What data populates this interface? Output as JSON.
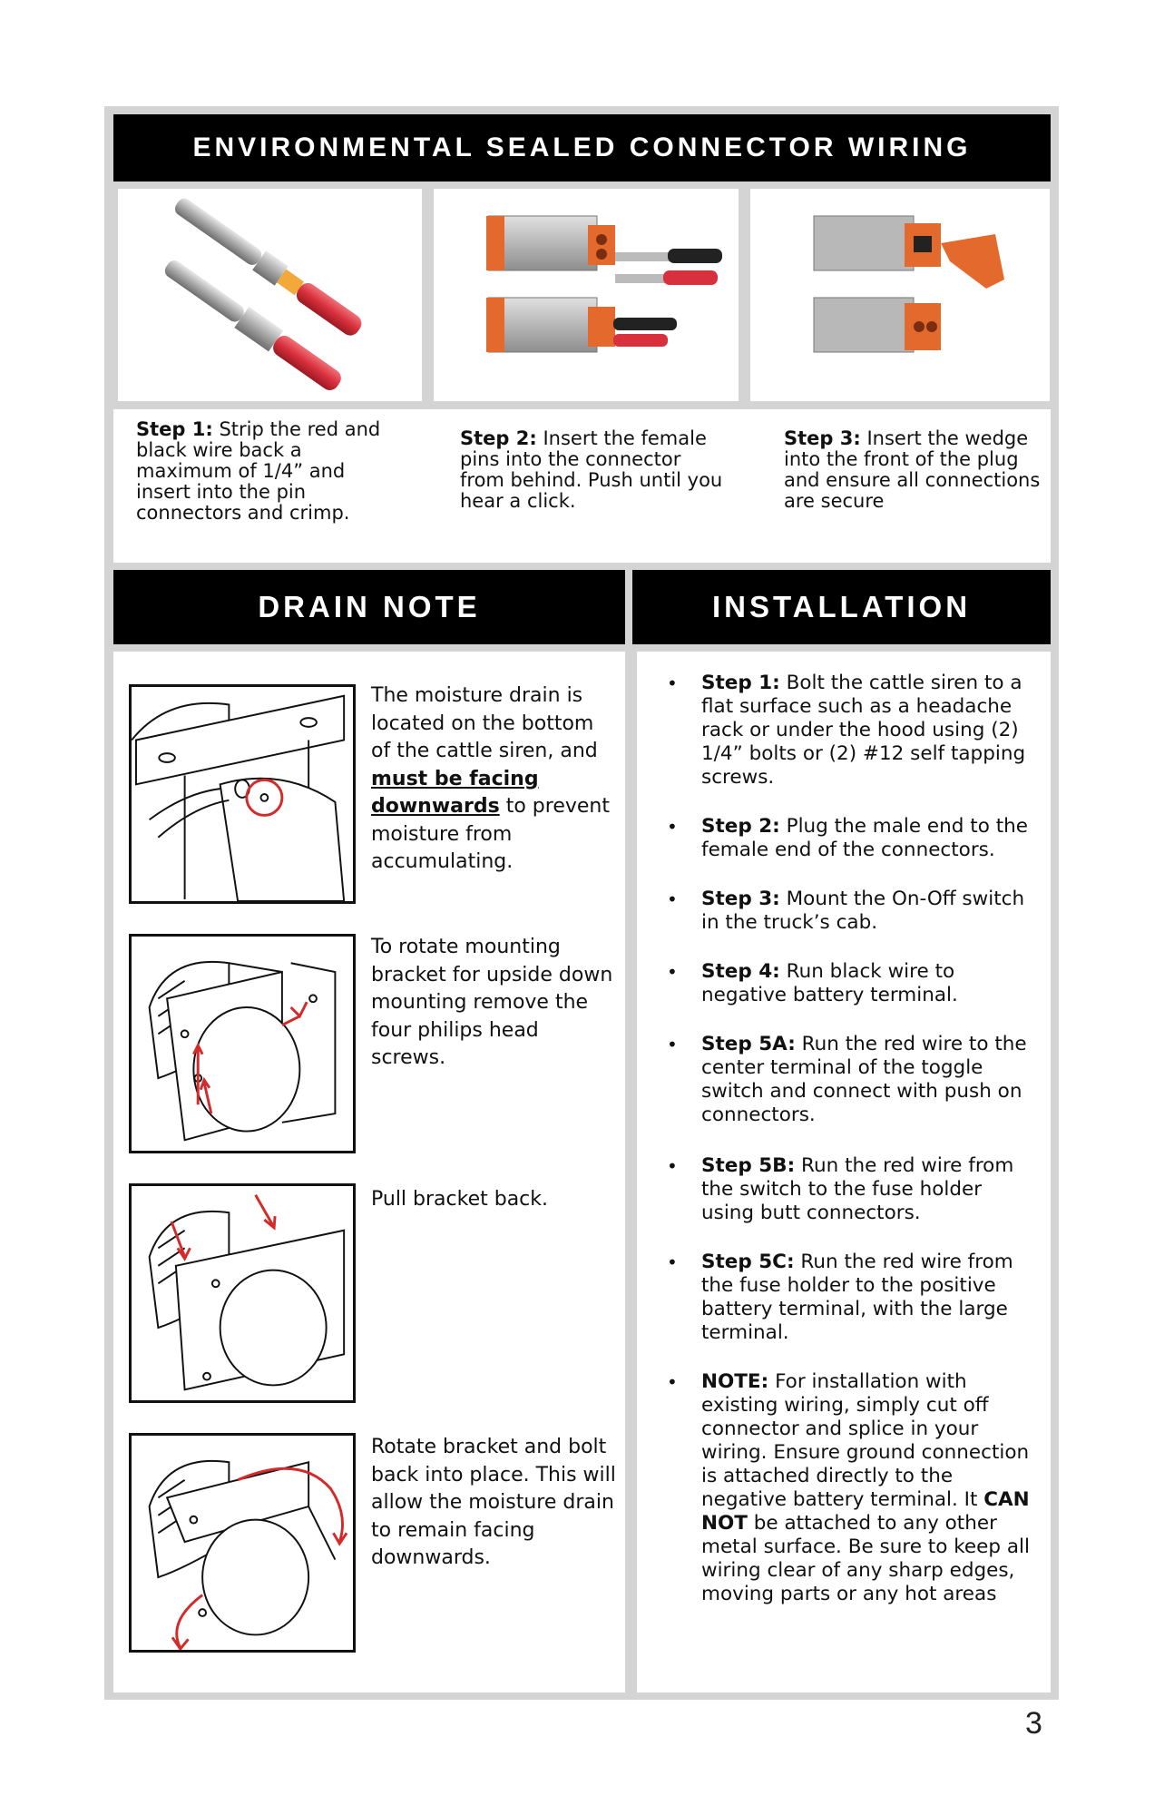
{
  "header": {
    "title": "ENVIRONMENTAL SEALED CONNECTOR WIRING"
  },
  "steps": [
    {
      "label": "Step 1:",
      "text": "Strip the red and black wire back a maximum of 1/4” and insert into the pin connectors and crimp."
    },
    {
      "label": "Step 2:",
      "text": "Insert the female pins into the connector from behind. Push until you hear a click."
    },
    {
      "label": "Step 3:",
      "text": "Insert the wedge into the front of the plug and ensure all connections are secure"
    }
  ],
  "drain": {
    "title": "DRAIN NOTE",
    "note1_pre": "The moisture drain is located on the bottom of the cattle siren, and ",
    "note1_bold": "must be facing downwards",
    "note1_post": " to prevent moisture from accumulating.",
    "note2": "To rotate mounting bracket for upside down mounting remove the four philips head screws.",
    "note3": "Pull bracket back.",
    "note4": "Rotate bracket and bolt back into place. This will allow the moisture drain to remain facing downwards."
  },
  "installation": {
    "title": "INSTALLATION",
    "items": [
      {
        "label": "Step 1:",
        "text": " Bolt the cattle siren to a flat surface such as a headache rack or under the hood using (2) 1/4” bolts or (2) #12 self tapping screws."
      },
      {
        "label": "Step 2:",
        "text": "  Plug the male end to the female end of the connectors."
      },
      {
        "label": "Step 3:",
        "text": "  Mount the On-Off switch in the truck’s cab."
      },
      {
        "label": "Step 4:",
        "text": " Run black wire to negative battery terminal."
      },
      {
        "label": "Step 5A:",
        "text": " Run the red wire to the center terminal of the toggle switch and connect with push on connectors."
      },
      {
        "label": "Step 5B:",
        "text": " Run the red wire from the switch to the fuse holder using butt connectors."
      },
      {
        "label": "Step 5C:",
        "text": " Run the red wire from the fuse holder to the positive battery terminal, with the large terminal."
      }
    ],
    "note": {
      "label": "NOTE:",
      "text_pre": " For installation with existing wiring, simply cut off connector and splice in your wiring. Ensure ground connection is attached directly to the negative battery terminal. It ",
      "text_bold": "CAN NOT",
      "text_post": " be attached to any other metal surface. Be sure to keep all wiring clear of any sharp edges, moving parts or any hot areas"
    }
  },
  "page_number": "3",
  "colors": {
    "bar": "#000000",
    "frame": "#d4d4d4",
    "connector_orange": "#e36a2c",
    "wire_red": "#d8303c",
    "arrow_red": "#d42a2a"
  }
}
